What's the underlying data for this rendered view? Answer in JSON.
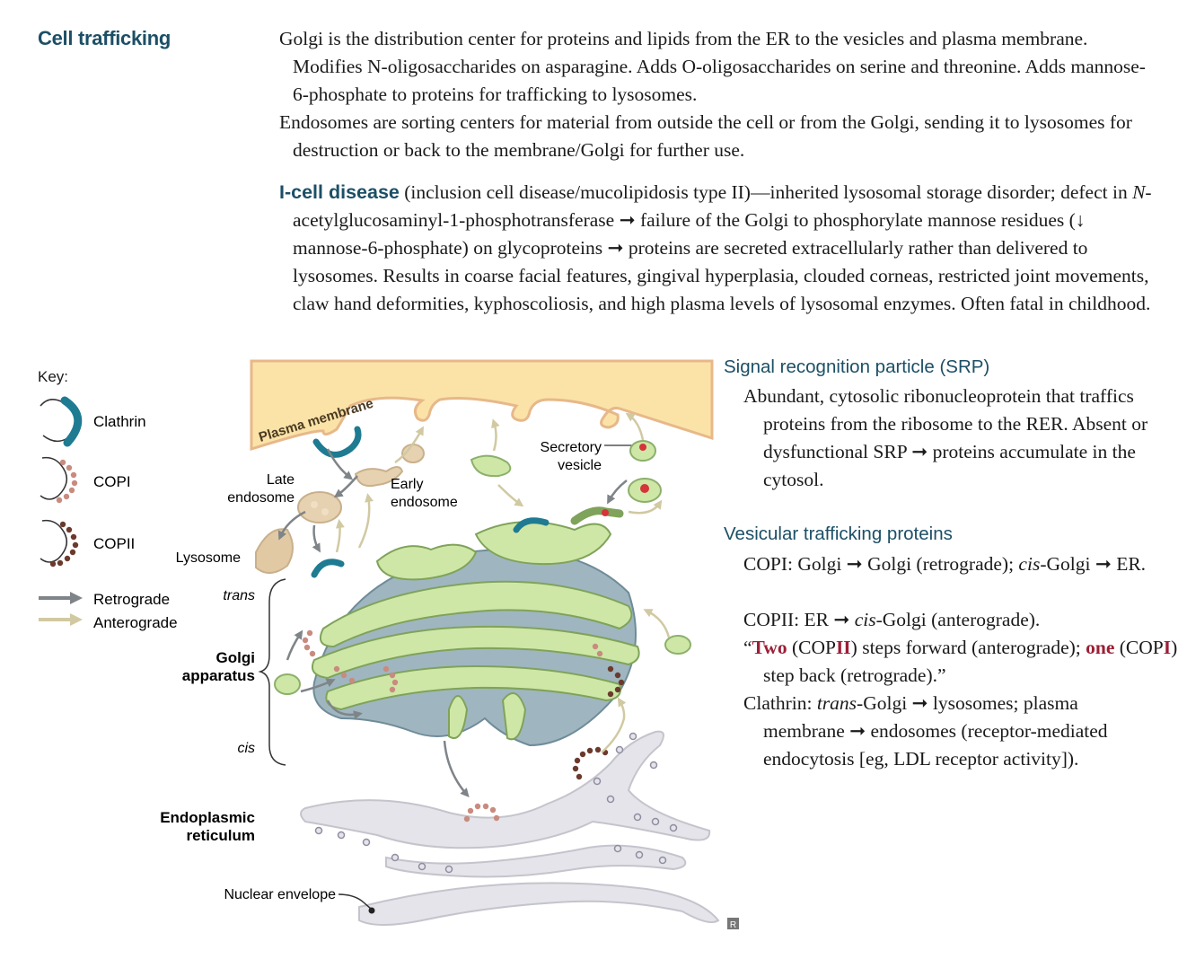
{
  "section": {
    "title": "Cell trafficking",
    "golgi_text": "Golgi is the distribution center for proteins and lipids from the ER to the vesicles and plasma membrane. Modifies N-oligosaccharides on asparagine. Adds O-oligosaccharides on serine and threonine. Adds mannose-6-phosphate to proteins for trafficking to lysosomes.",
    "endosome_text": "Endosomes are sorting centers for material from outside the cell or from the Golgi, sending it to lysosomes for destruction or back to the membrane/Golgi for further use.",
    "icell": {
      "term": "I-cell disease",
      "def_1": " (inclusion cell disease/mucolipidosis type II)—inherited lysosomal storage disorder; defect in ",
      "enzyme_prefix": "N",
      "def_2": "-acetylglucosaminyl-1-phosphotransferase ➞ failure of the Golgi to phosphorylate mannose residues (↓ mannose-6-phosphate) on glycoproteins ➞ proteins are secreted extracellularly rather than delivered to lysosomes. Results in coarse facial features, gingival hyperplasia, clouded corneas, restricted joint movements, claw hand deformities, kyphoscoliosis, and high plasma levels of lysosomal enzymes. Often fatal in childhood."
    }
  },
  "srp": {
    "heading": "Signal recognition particle (SRP)",
    "body": "Abundant, cytosolic ribonucleoprotein that traffics proteins from the ribosome to the RER. Absent or dysfunctional SRP ➞ proteins accumulate in the cytosol."
  },
  "vesicular": {
    "heading": "Vesicular trafficking proteins",
    "copi_a": "COPI: Golgi ➞ Golgi (retrograde); ",
    "copi_cis": "cis",
    "copi_b": "-Golgi ➞ ER.",
    "copii_a": "COPII: ER ➞ ",
    "copii_cis": "cis",
    "copii_b": "-Golgi (anterograde).",
    "mn_1": "“",
    "mn_two": "Two",
    "mn_2": " (COP",
    "mn_ii": "II",
    "mn_3": ") steps forward (anterograde); ",
    "mn_one": "one",
    "mn_4": " (COP",
    "mn_i": "I",
    "mn_5": ") step back (retrograde).”",
    "cl_a": "Clathrin: ",
    "cl_trans": "trans",
    "cl_b": "-Golgi ➞ lysosomes; plasma membrane ➞ endosomes (receptor-mediated endocytosis [eg, LDL receptor activity])."
  },
  "figure": {
    "key_title": "Key:",
    "key_clathrin": "Clathrin",
    "key_copi": "COPI",
    "key_copii": "COPII",
    "key_retrograde": "Retrograde",
    "key_anterograde": "Anterograde",
    "plasma_membrane": "Plasma membrane",
    "late_endosome_1": "Late",
    "late_endosome_2": "endosome",
    "early_endosome_1": "Early",
    "early_endosome_2": "endosome",
    "secretory_1": "Secretory",
    "secretory_2": "vesicle",
    "lysosome": "Lysosome",
    "trans": "trans",
    "cis": "cis",
    "golgi_1": "Golgi",
    "golgi_2": "apparatus",
    "er_1": "Endoplasmic",
    "er_2": "reticulum",
    "nuclear_envelope": "Nuclear envelope",
    "logo": "R",
    "colors": {
      "heading": "#1c4f66",
      "mnemonic_red": "#9b1f35",
      "membrane": "#fbe3a8",
      "golgi": "#cfe7a6",
      "clathrin": "#1e7b92",
      "copi": "#c98b7f",
      "copii": "#6b3a2c"
    }
  }
}
